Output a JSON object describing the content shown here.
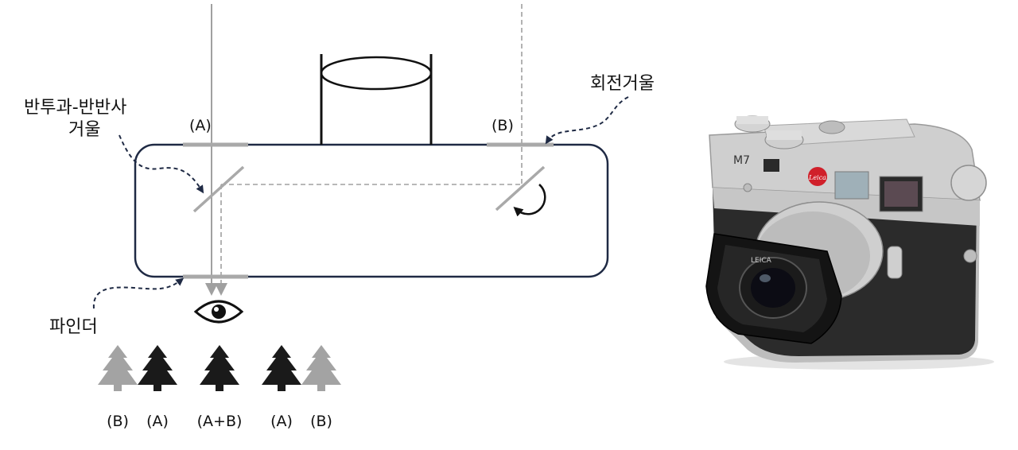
{
  "labels": {
    "half_mirror_line1": "반투과-반반사",
    "half_mirror_line2": "거울",
    "rotating_mirror": "회전거울",
    "finder": "파인더",
    "window_a": "(A)",
    "window_b": "(B)"
  },
  "trees": [
    {
      "label": "(B)",
      "tone": "light"
    },
    {
      "label": "(A)",
      "tone": "dark"
    },
    {
      "label": "(A+B)",
      "tone": "dark"
    },
    {
      "label": "(A)",
      "tone": "dark"
    },
    {
      "label": "(B)",
      "tone": "light"
    }
  ],
  "camera": {
    "model_text": "M7",
    "lens_text": "LEICA"
  },
  "colors": {
    "body_outline": "#1f2a44",
    "ray_gray": "#a0a0a0",
    "tree_dark": "#1a1a1a",
    "tree_light": "#a3a3a3",
    "camera_silver": "#c9c9c9",
    "camera_leather": "#2b2b2b",
    "leica_red": "#d0202a"
  }
}
